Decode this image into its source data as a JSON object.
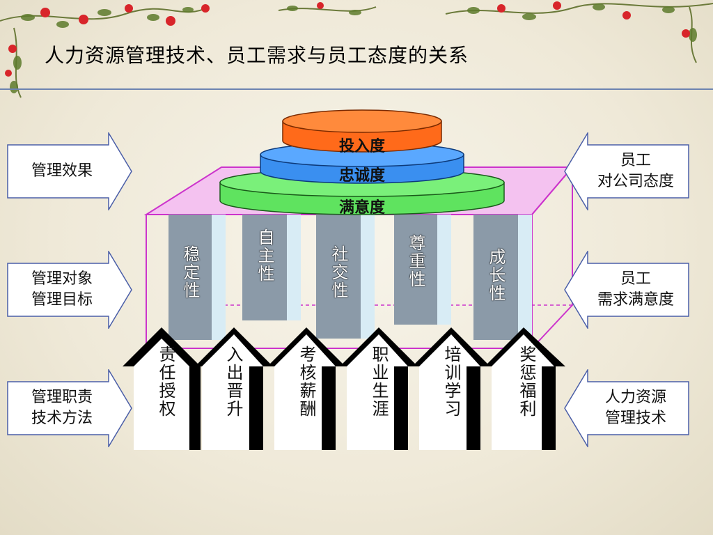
{
  "title": "人力资源管理技术、员工需求与员工态度的关系",
  "left_arrows": [
    {
      "label": "管理效果"
    },
    {
      "label": "管理对象\n管理目标"
    },
    {
      "label": "管理职责\n技术方法"
    }
  ],
  "right_arrows": [
    {
      "label": "员工\n对公司态度"
    },
    {
      "label": "员工\n需求满意度"
    },
    {
      "label": "人力资源\n管理技术"
    }
  ],
  "attitude_layers": [
    "投入度",
    "忠诚度",
    "满意度"
  ],
  "needs_pillars": [
    "稳定性",
    "自主性",
    "社交性",
    "尊重性",
    "成长性"
  ],
  "hr_techniques": [
    "责任授权",
    "入出晋升",
    "考核薪酬",
    "职业生涯",
    "培训学习",
    "奖惩福利"
  ],
  "colors": {
    "orange": "#ff6a1a",
    "blue": "#3a8ff0",
    "green": "#5fe35f",
    "magenta": "#cc33cc",
    "pillar": "#8b9aa8",
    "rule": "#6c83b0"
  }
}
